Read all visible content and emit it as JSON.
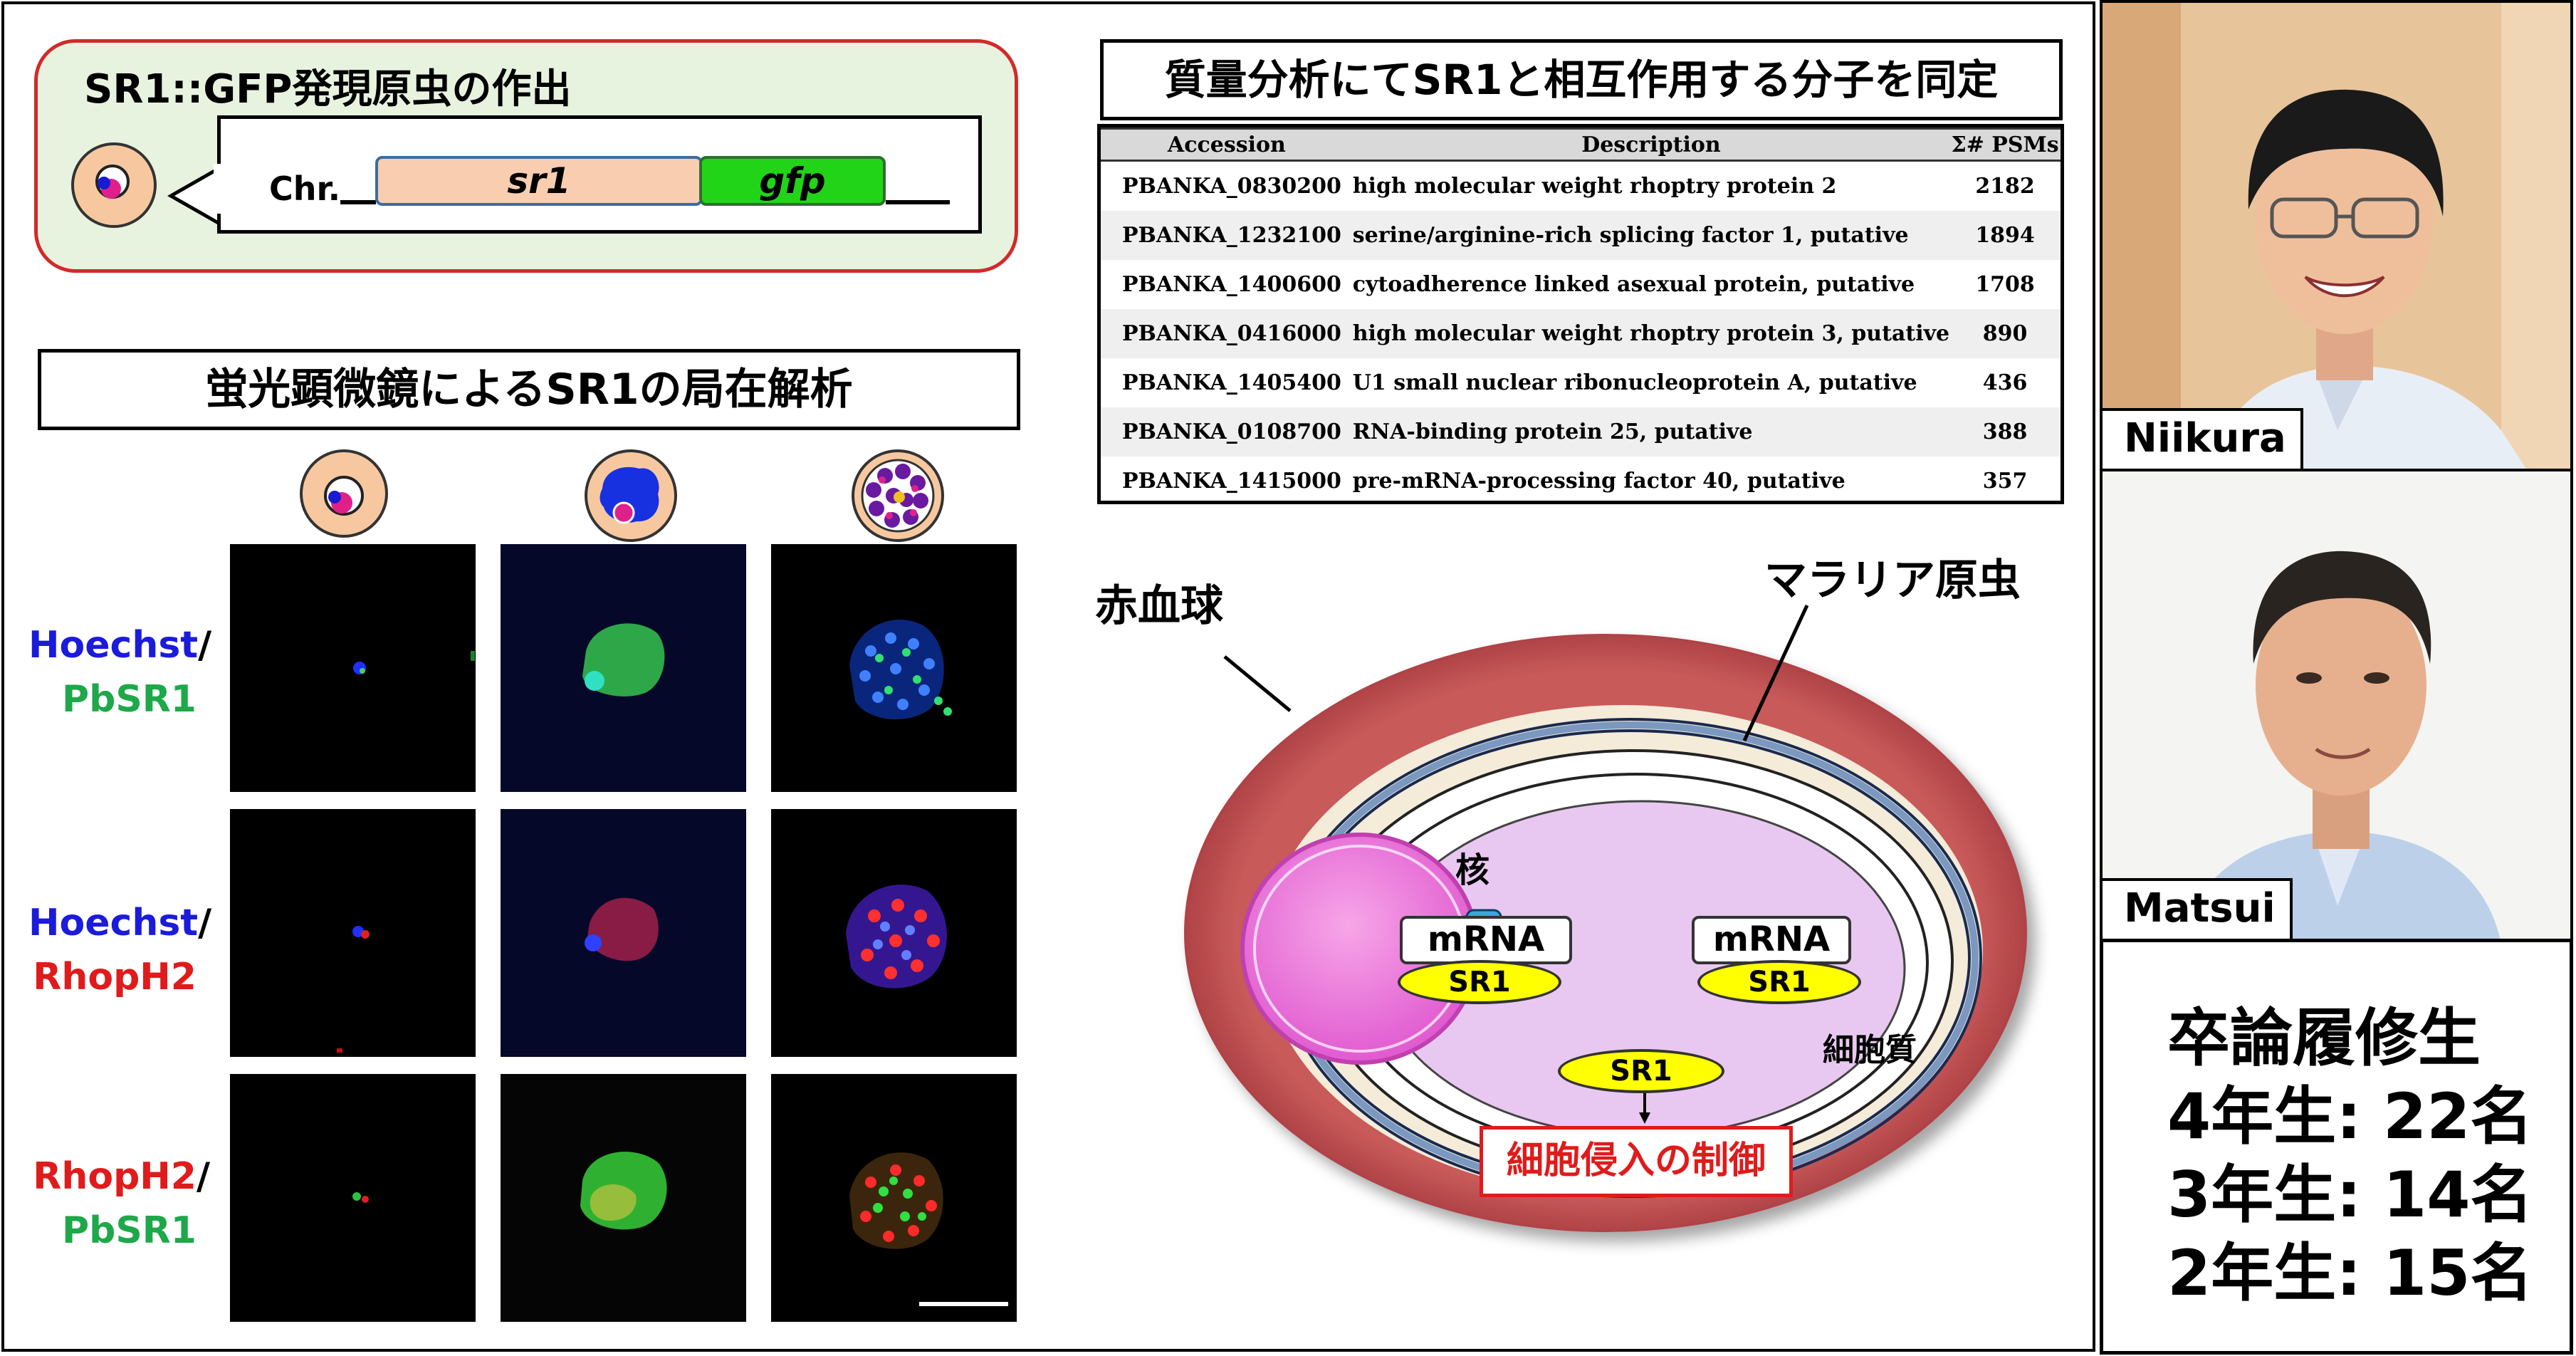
{
  "gfp_panel": {
    "title": "SR1::GFP発現原虫の作出",
    "chr_label": "Chr.",
    "gene1": "sr1",
    "gene2": "gfp"
  },
  "fluor_panel": {
    "title": "蛍光顕微鏡によるSR1の局在解析",
    "rows": [
      {
        "stain1": "Hoechst",
        "stain2": "PbSR1",
        "color1": "#1b1bdc",
        "color2": "#1ea84a"
      },
      {
        "stain1": "Hoechst",
        "stain2": "RhopH2",
        "color1": "#1b1bdc",
        "color2": "#e01b1b"
      },
      {
        "stain1": "RhopH2",
        "stain2": "PbSR1",
        "color1": "#e01b1b",
        "color2": "#1ea84a"
      }
    ],
    "separator": "/"
  },
  "ms_panel": {
    "title": "質量分析にてSR1と相互作用する分子を同定",
    "columns": [
      "Accession",
      "Description",
      "Σ# PSMs"
    ],
    "rows": [
      {
        "accession": "PBANKA_0830200",
        "description": "high molecular weight rhoptry protein 2",
        "psms": "2182"
      },
      {
        "accession": "PBANKA_1232100",
        "description": "serine/arginine-rich splicing factor 1, putative",
        "psms": "1894"
      },
      {
        "accession": "PBANKA_1400600",
        "description": "cytoadherence linked asexual protein, putative",
        "psms": "1708"
      },
      {
        "accession": "PBANKA_0416000",
        "description": "high molecular weight rhoptry protein 3, putative",
        "psms": "890"
      },
      {
        "accession": "PBANKA_1405400",
        "description": "U1 small nuclear ribonucleoprotein A, putative",
        "psms": "436"
      },
      {
        "accession": "PBANKA_0108700",
        "description": "RNA-binding protein 25, putative",
        "psms": "388"
      },
      {
        "accession": "PBANKA_1415000",
        "description": "pre-mRNA-processing factor 40, putative",
        "psms": "357"
      }
    ]
  },
  "cell_diagram": {
    "rbc_label": "赤血球",
    "parasite_label": "マラリア原虫",
    "nucleus_label": "核",
    "cytoplasm_label": "細胞質",
    "mrna_label": "mRNA",
    "sr1_label": "SR1",
    "control_label": "細胞侵入の制御"
  },
  "people": [
    {
      "name": "Niikura"
    },
    {
      "name": "Matsui"
    }
  ],
  "stats": {
    "title": "卒論履修生",
    "lines": [
      "4年生: 22名",
      "3年生: 14名",
      "2年生: 15名"
    ]
  }
}
